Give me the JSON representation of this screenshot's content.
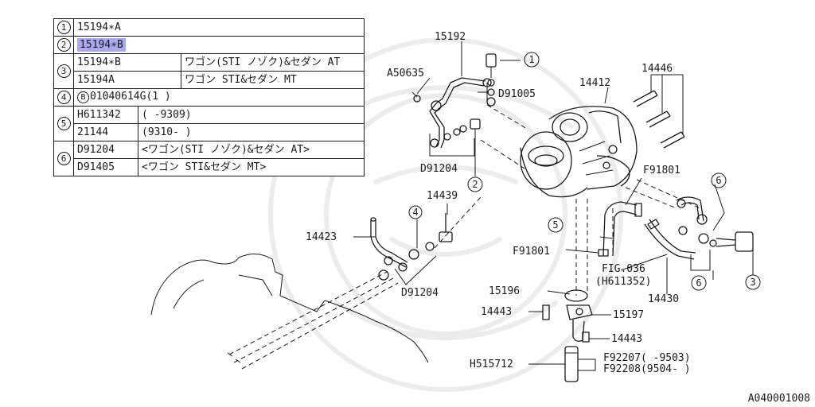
{
  "table": {
    "rows": [
      {
        "no": "1",
        "lines": [
          {
            "part": "15194∗A",
            "note": ""
          }
        ]
      },
      {
        "no": "2",
        "lines": [
          {
            "part": "15194∗B",
            "note": ""
          }
        ]
      },
      {
        "no": "3",
        "lines": [
          {
            "part": "15194∗B",
            "note": "ワゴン(STI ノゾク)&セダン AT"
          },
          {
            "part": "15194A",
            "note": "ワゴン STI&セダン MT"
          }
        ]
      },
      {
        "no": "4",
        "lines": [
          {
            "mark": "B",
            "part": "01040614G(1 )",
            "note": ""
          }
        ]
      },
      {
        "no": "5",
        "lines": [
          {
            "part": "H611342",
            "note": "(      -9309)"
          },
          {
            "part": "21144",
            "note": "(9310-     )"
          }
        ]
      },
      {
        "no": "6",
        "lines": [
          {
            "part": "D91204",
            "note": "<ワゴン(STI ノゾク)&セダン AT>"
          },
          {
            "part": "D91405",
            "note": "<ワゴン STI&セダン MT>"
          }
        ]
      }
    ]
  },
  "diagram": {
    "callouts": [
      "1",
      "2",
      "3",
      "4",
      "5",
      "6",
      "6"
    ],
    "labels": {
      "p15192": "15192",
      "a50635": "A50635",
      "d91005": "D91005",
      "d91204_top": "D91204",
      "p14412": "14412",
      "p14446": "14446",
      "p14439": "14439",
      "p14423": "14423",
      "d91204_bottom": "D91204",
      "f91801_top": "F91801",
      "f91801_left": "F91801",
      "fig_ref": "FIG.036",
      "fig_sub": "(H611352)",
      "p14430": "14430",
      "p15196": "15196",
      "p14443_left": "14443",
      "p15197": "15197",
      "p14443_right": "14443",
      "h515712": "H515712",
      "f92207": "F92207(      -9503)",
      "f92208": "F92208(9504-      )"
    }
  },
  "catalog_id": "A040001008"
}
